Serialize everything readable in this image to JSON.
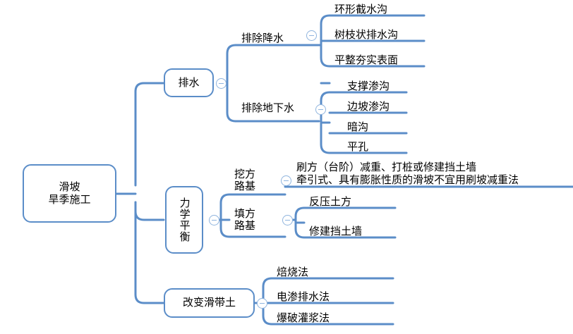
{
  "diagram": {
    "title": "滑坡旱季施工思维导图",
    "type": "mindmap",
    "line_color": "#5b8dc8",
    "box_border_color": "#5b8dc8",
    "text_color": "#000000",
    "background": "#ffffff"
  },
  "root": {
    "label": "滑坡\n旱季施工"
  },
  "branches": [
    {
      "id": "drainage",
      "label": "排水",
      "toggle": "collapse-toggle",
      "children": [
        {
          "id": "surface-water",
          "label": "排除降水",
          "toggle": "collapse-toggle",
          "children": [
            {
              "id": "ring-intercept-ditch",
              "label": "环形截水沟"
            },
            {
              "id": "branch-drain-ditch",
              "label": "树枝状排水沟"
            },
            {
              "id": "level-compact-surface",
              "label": "平整夯实表面"
            }
          ]
        },
        {
          "id": "ground-water",
          "label": "排除地下水",
          "toggle": "collapse-toggle",
          "children": [
            {
              "id": "support-seepage-ditch",
              "label": "支撑渗沟"
            },
            {
              "id": "slope-seepage-ditch",
              "label": "边坡渗沟"
            },
            {
              "id": "covered-ditch",
              "label": "暗沟"
            },
            {
              "id": "level-hole",
              "label": "平孔"
            }
          ]
        }
      ]
    },
    {
      "id": "mechanical-balance",
      "label": "力学平衡",
      "toggle": "collapse-toggle",
      "children": [
        {
          "id": "cut-subgrade",
          "label": "挖方\n路基",
          "toggle": "collapse-toggle",
          "children": [
            {
              "id": "cut-subgrade-notes",
              "label": "刷方（台阶）减重、打桩或修建挡土墙\n牵引式、具有膨胀性质的滑坡不宜用刷坡减重法"
            }
          ]
        },
        {
          "id": "fill-subgrade",
          "label": "填方\n路基",
          "toggle": "collapse-toggle",
          "children": [
            {
              "id": "counter-pressure-earthwork",
              "label": "反压土方"
            },
            {
              "id": "build-retaining-wall",
              "label": "修建挡土墙"
            }
          ]
        }
      ]
    },
    {
      "id": "change-slip-soil",
      "label": "改变滑带土",
      "toggle": "collapse-toggle",
      "children": [
        {
          "id": "roasting-method",
          "label": "焙烧法"
        },
        {
          "id": "electro-osmosis-drainage",
          "label": "电渗排水法"
        },
        {
          "id": "blasting-grouting",
          "label": "爆破灌浆法"
        }
      ]
    }
  ]
}
